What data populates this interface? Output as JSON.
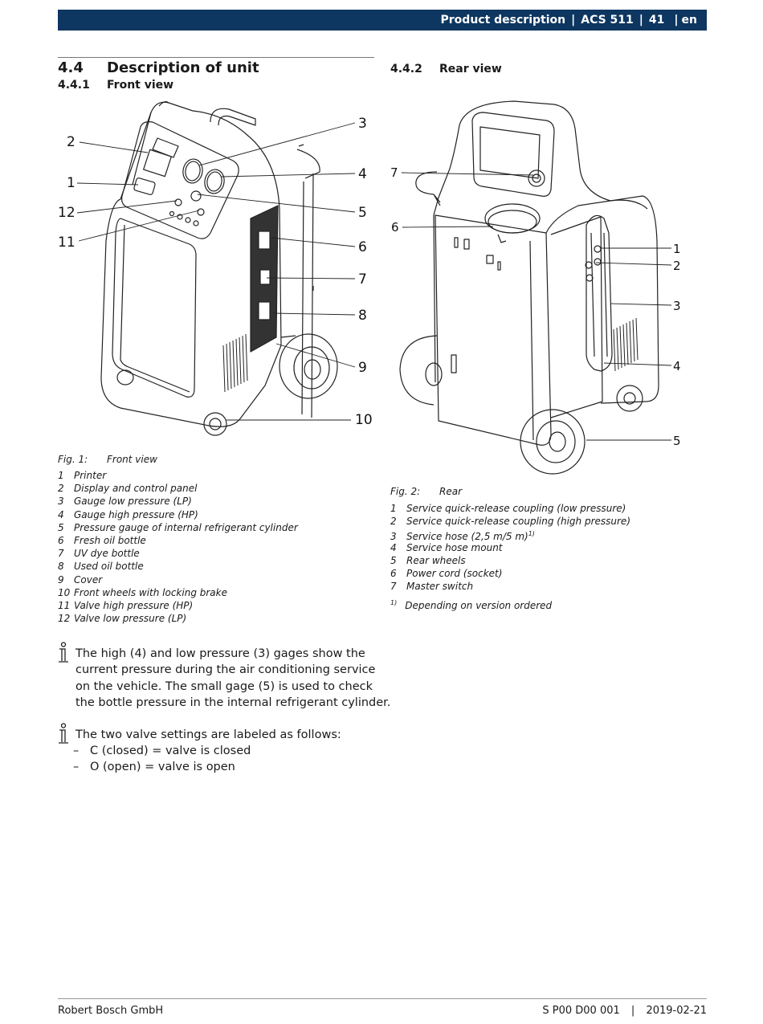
{
  "header": {
    "section": "Product description",
    "product": "ACS 511",
    "page": "41",
    "lang": "en"
  },
  "section_4_4": {
    "num": "4.4",
    "title": "Description of unit"
  },
  "section_4_4_1": {
    "num": "4.4.1",
    "title": "Front view"
  },
  "section_4_4_2": {
    "num": "4.4.2",
    "title": "Rear view"
  },
  "fig1": {
    "num": "Fig. 1:",
    "title": "Front view",
    "callouts": [
      "2",
      "1",
      "12",
      "11",
      "3",
      "4",
      "5",
      "6",
      "7",
      "8",
      "9",
      "10"
    ],
    "items": [
      {
        "n": "1",
        "text": "Printer"
      },
      {
        "n": "2",
        "text": "Display and control panel"
      },
      {
        "n": "3",
        "text": "Gauge low pressure (LP)"
      },
      {
        "n": "4",
        "text": "Gauge high pressure (HP)"
      },
      {
        "n": "5",
        "text": "Pressure gauge of internal refrigerant cylinder"
      },
      {
        "n": "6",
        "text": "Fresh oil bottle"
      },
      {
        "n": "7",
        "text": "UV dye bottle"
      },
      {
        "n": "8",
        "text": "Used oil bottle"
      },
      {
        "n": "9",
        "text": "Cover"
      },
      {
        "n": "10",
        "text": "Front wheels with locking brake"
      },
      {
        "n": "11",
        "text": "Valve high pressure (HP)"
      },
      {
        "n": "12",
        "text": "Valve low pressure (LP)"
      }
    ]
  },
  "fig2": {
    "num": "Fig. 2:",
    "title": "Rear",
    "callouts": [
      "7",
      "6",
      "1",
      "2",
      "3",
      "4",
      "5"
    ],
    "items": [
      {
        "n": "1",
        "text": "Service quick-release coupling (low pressure)"
      },
      {
        "n": "2",
        "text": "Service quick-release coupling (high pressure)"
      },
      {
        "n": "3",
        "text": "Service hose (2,5 m/5 m)",
        "sup": "1)"
      },
      {
        "n": "4",
        "text": "Service hose mount"
      },
      {
        "n": "5",
        "text": "Rear wheels"
      },
      {
        "n": "6",
        "text": "Power cord (socket)"
      },
      {
        "n": "7",
        "text": "Master switch"
      }
    ],
    "footnote_mark": "1)",
    "footnote": "Depending on version ordered"
  },
  "note1": {
    "lines": [
      "The high (4) and low pressure (3) gages show the",
      "current pressure during the air conditioning service",
      "on the vehicle. The small gage (5) is used to check",
      "the bottle pressure in the internal refrigerant cylinder."
    ]
  },
  "note2": {
    "intro": "The two valve settings are labeled as follows:",
    "items": [
      "C (closed) = valve is closed",
      "O (open) = valve is open"
    ]
  },
  "footer": {
    "company": "Robert Bosch GmbH",
    "doc": "S P00 D00 001",
    "date": "2019-02-21"
  }
}
